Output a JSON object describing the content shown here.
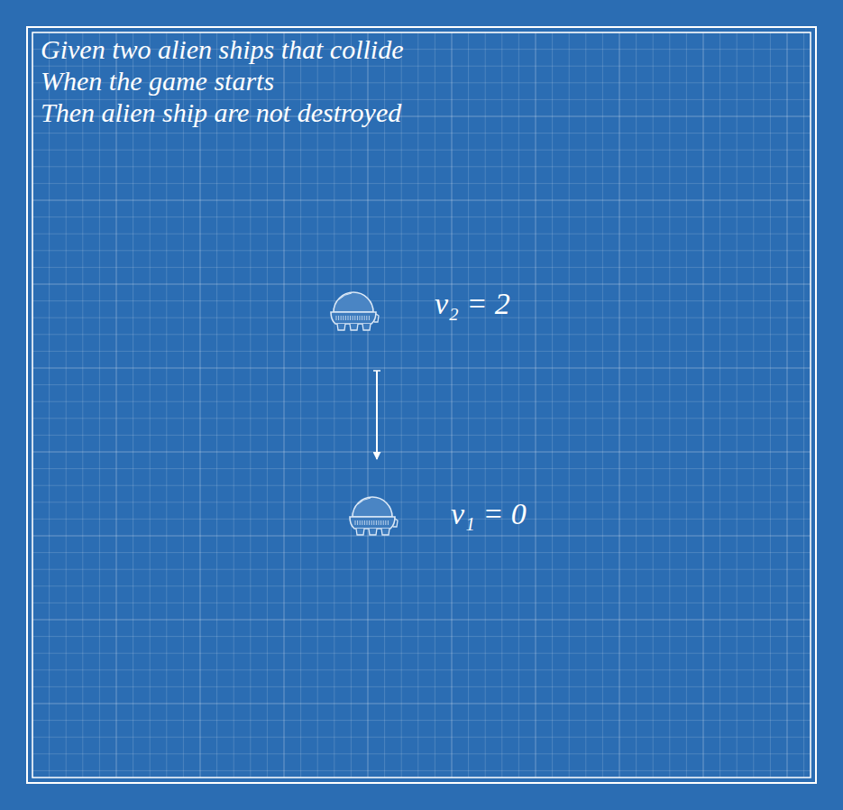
{
  "diagram": {
    "nodes": [
      {
        "text": [
          "v₂ = 2"
        ]
      },
      {
        "text": [
          "v₁ = 0"
        ]
      }
    ],
    "edges": [
      {
        "from": 0,
        "to": 1,
        "arrow": "to"
      }
    ],
    "labels": [
      "Given two alien ships that collide",
      "When the game starts",
      "Then alien ship are not destroyed"
    ]
  }
}
